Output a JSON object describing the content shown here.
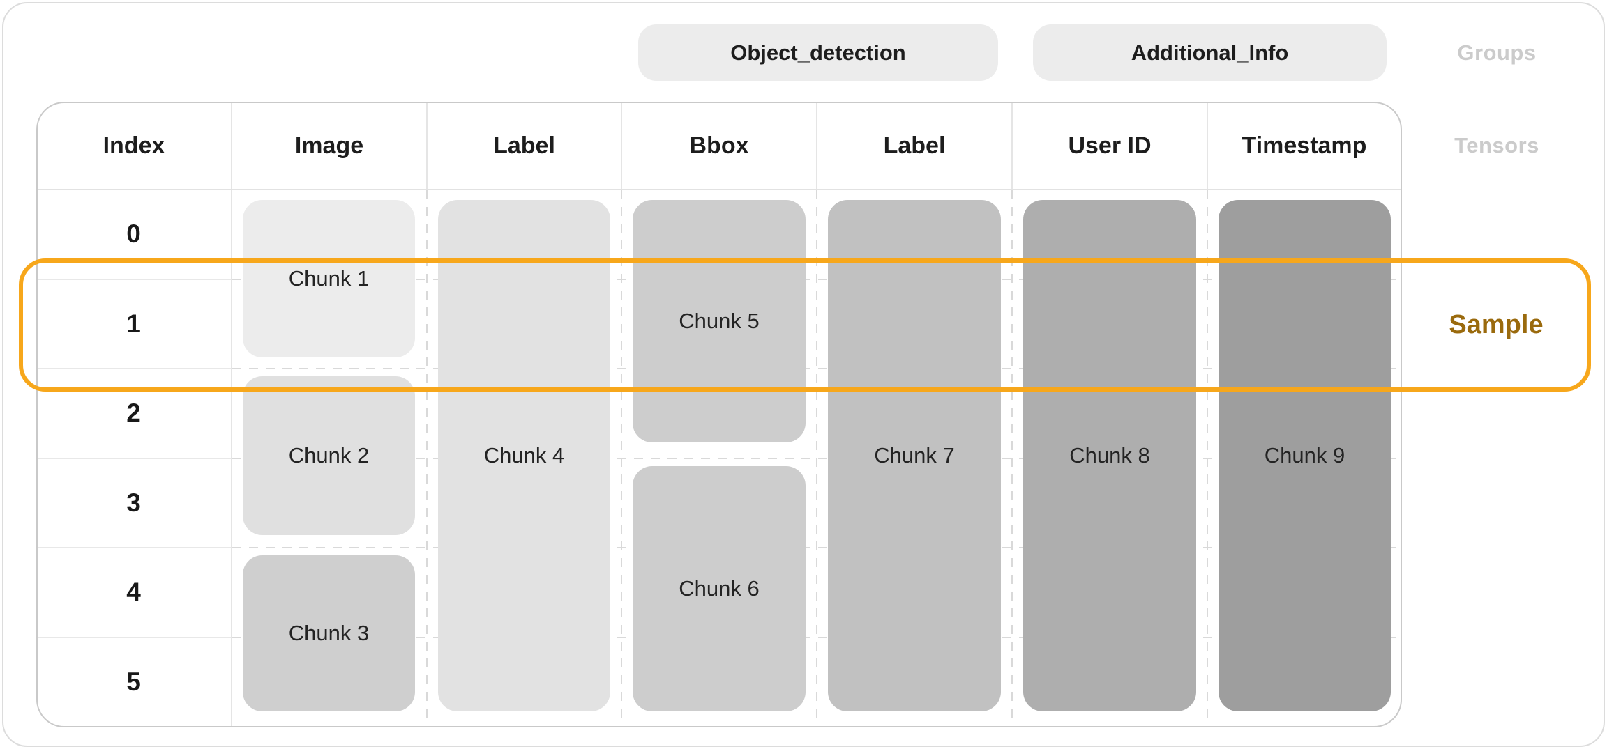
{
  "groups_row": {
    "caption": "Groups",
    "pills": [
      {
        "label": "Object_detection"
      },
      {
        "label": "Additional_Info"
      }
    ]
  },
  "table": {
    "caption": "Tensors",
    "columns": [
      "Index",
      "Image",
      "Label",
      "Bbox",
      "Label",
      "User ID",
      "Timestamp"
    ],
    "index_values": [
      "0",
      "1",
      "2",
      "3",
      "4",
      "5"
    ],
    "chunks": [
      {
        "label": "Chunk 1",
        "column": "Image",
        "rows": "0-1",
        "color": "#ececec"
      },
      {
        "label": "Chunk 2",
        "column": "Image",
        "rows": "2-3",
        "color": "#e0e0e0"
      },
      {
        "label": "Chunk 3",
        "column": "Image",
        "rows": "4-5",
        "color": "#cfcfcf"
      },
      {
        "label": "Chunk 4",
        "column": "Label",
        "rows": "0-5",
        "color": "#e2e2e2"
      },
      {
        "label": "Chunk 5",
        "column": "Bbox",
        "rows": "0-2",
        "color": "#cdcdcd"
      },
      {
        "label": "Chunk 6",
        "column": "Bbox",
        "rows": "3-5",
        "color": "#cdcdcd"
      },
      {
        "label": "Chunk 7",
        "column": "Label",
        "rows": "0-5",
        "color": "#c1c1c1"
      },
      {
        "label": "Chunk 8",
        "column": "User ID",
        "rows": "0-5",
        "color": "#aeaeae"
      },
      {
        "label": "Chunk 9",
        "column": "Timestamp",
        "rows": "0-5",
        "color": "#9e9e9e"
      }
    ]
  },
  "sample_highlight": {
    "label": "Sample",
    "border_color": "#f7a71b",
    "label_color": "#9a6a0d"
  }
}
